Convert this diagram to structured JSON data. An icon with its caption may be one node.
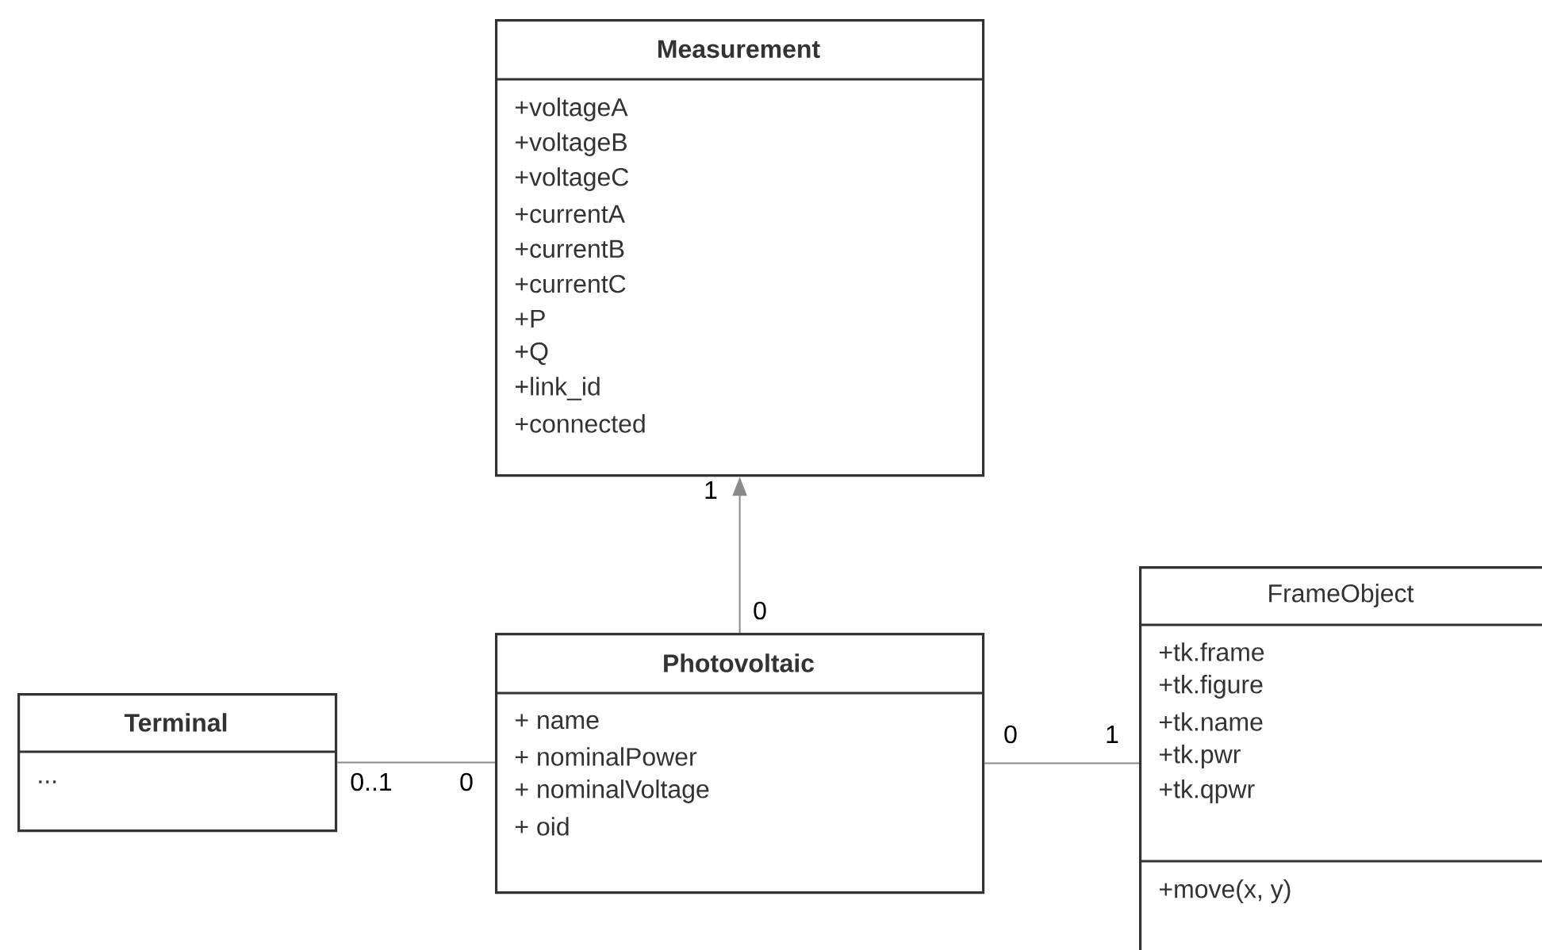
{
  "diagram": {
    "nodes": [
      {
        "text": [
          "Measurement",
          "+voltageA",
          "+voltageB",
          "+voltageC",
          "+currentA",
          "+currentB",
          "+currentC",
          "+P",
          "+Q",
          "+link_id",
          "+connected"
        ]
      },
      {
        "text": [
          "Terminal",
          "..."
        ]
      },
      {
        "text": [
          "Photovoltaic",
          "+ name",
          "+ nominalPower",
          "+ nominalVoltage",
          "+ oid"
        ]
      },
      {
        "text": [
          "FrameObject",
          "+tk.frame",
          "+tk.figure",
          "+tk.name",
          "+tk.pwr",
          "+tk.qpwr",
          "+move(x, y)"
        ]
      }
    ],
    "edges": [
      {
        "from": 2,
        "to": 0,
        "arrow": "to"
      },
      {
        "from": 1,
        "to": 2,
        "arrow": "none"
      },
      {
        "from": 2,
        "to": 3,
        "arrow": "none"
      }
    ],
    "labels": [
      "1",
      "0",
      "0",
      "1",
      "0..1",
      "0"
    ]
  }
}
